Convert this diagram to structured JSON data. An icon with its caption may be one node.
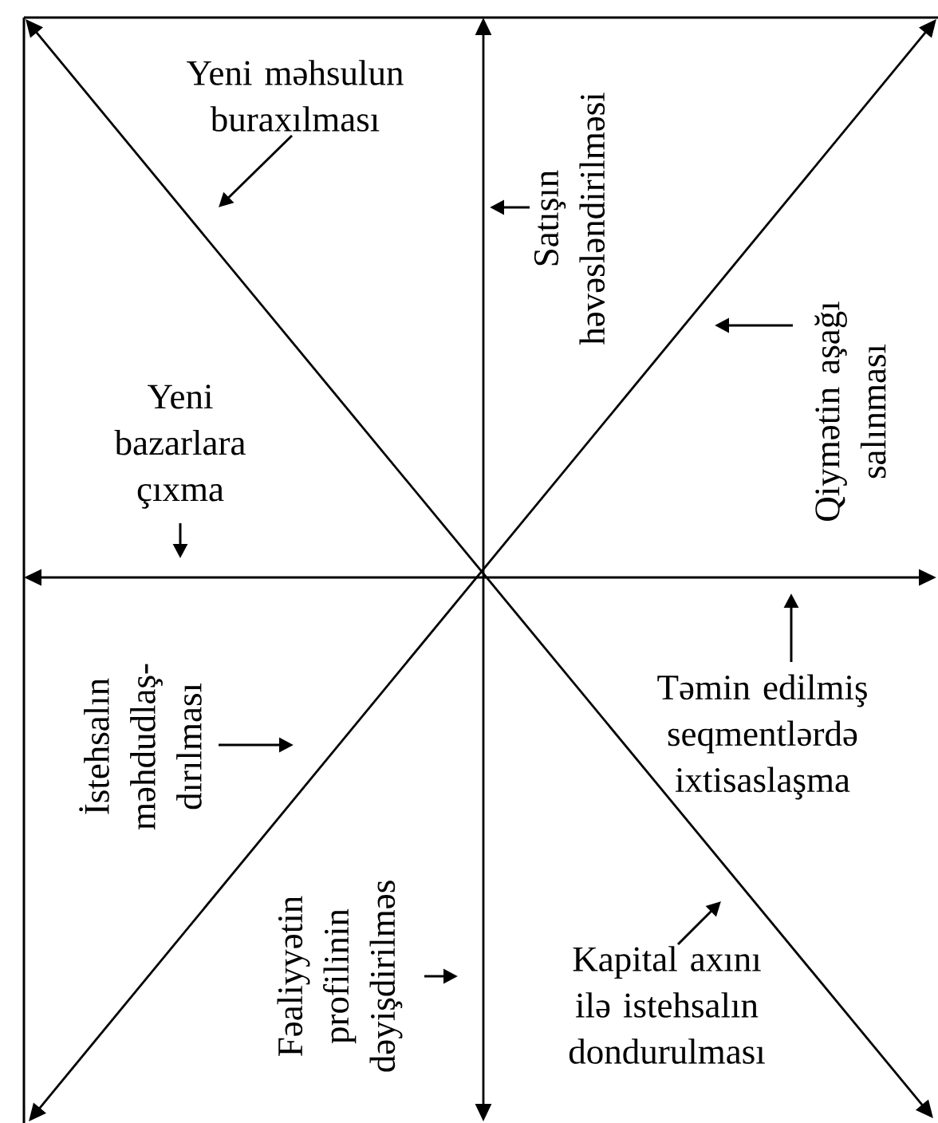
{
  "diagram": {
    "nodes": [
      {
        "text": [
          "Yeni məhsulun buraxılması"
        ]
      },
      {
        "text": [
          "Satışın həvəsləndirilməsi"
        ]
      },
      {
        "text": [
          "Qiymətin aşağı salınması"
        ]
      },
      {
        "text": [
          "Yeni bazarlara çıxma"
        ]
      },
      {
        "text": [
          "İstehsalın məhdudlaş- dırılması"
        ]
      },
      {
        "text": [
          "Təmin edilmiş seqmentlərdə ixtisaslaşma"
        ]
      },
      {
        "text": [
          "Fəaliyyətin profilinin dəyişdirilməs"
        ]
      },
      {
        "text": [
          "Kapital axını ilə istehsalın dondurulması"
        ]
      }
    ],
    "edges": [
      {
        "from": 0,
        "to": null,
        "arrow": "to"
      },
      {
        "from": 1,
        "to": null,
        "arrow": "to"
      },
      {
        "from": 2,
        "to": null,
        "arrow": "to"
      },
      {
        "from": 3,
        "to": null,
        "arrow": "to"
      },
      {
        "from": 4,
        "to": null,
        "arrow": "to"
      },
      {
        "from": 5,
        "to": null,
        "arrow": "to"
      },
      {
        "from": 6,
        "to": null,
        "arrow": "to"
      },
      {
        "from": 7,
        "to": null,
        "arrow": "to"
      }
    ]
  }
}
